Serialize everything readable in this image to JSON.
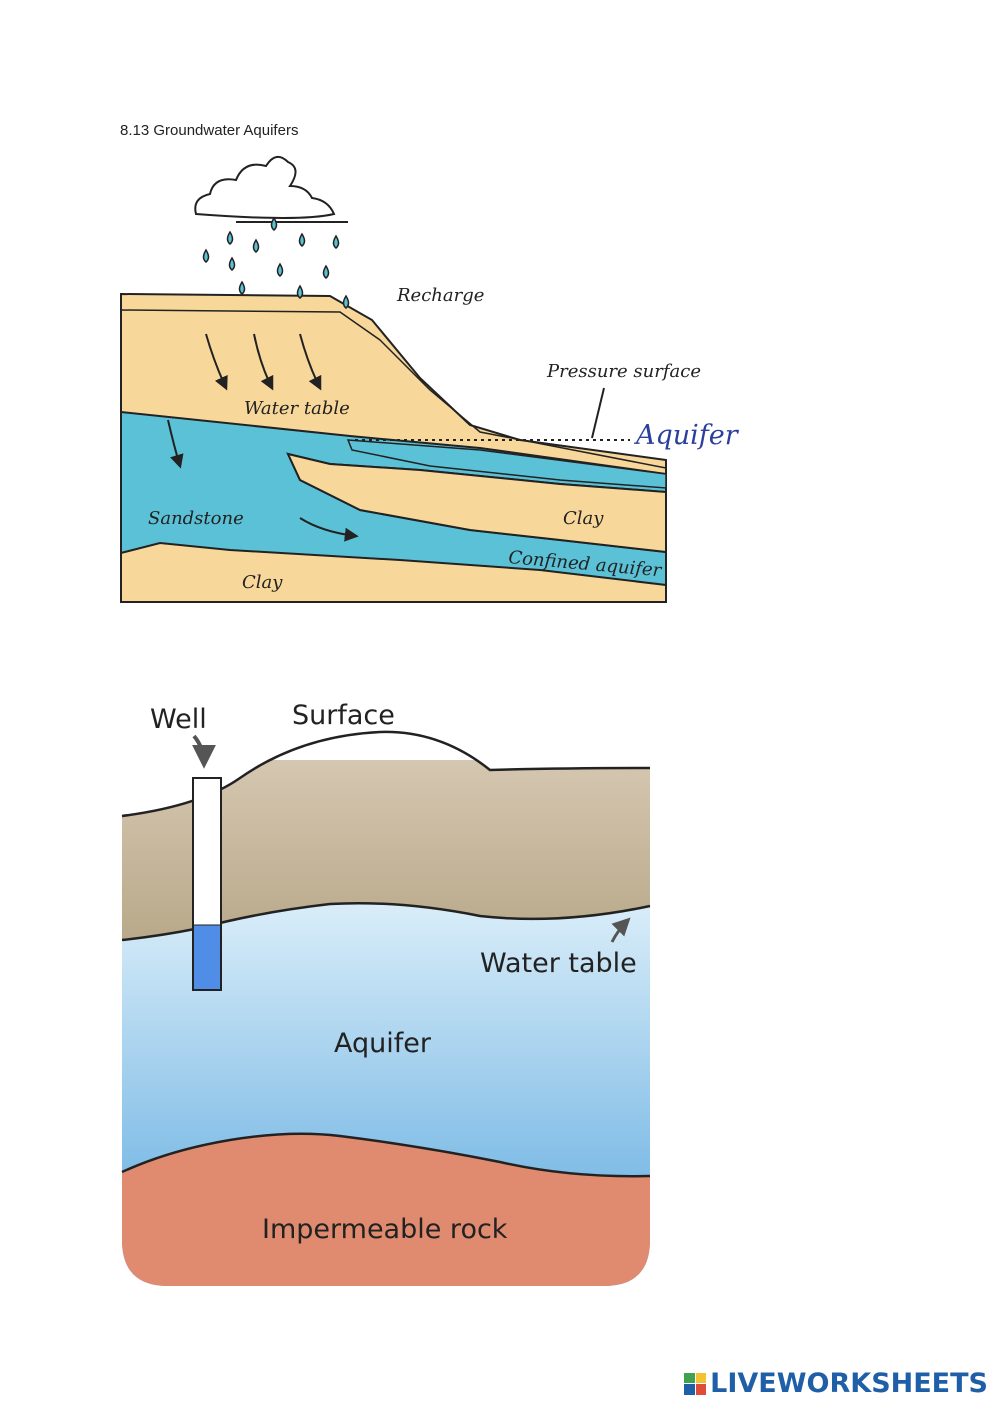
{
  "page": {
    "title": "8.13 Groundwater Aquifers"
  },
  "diagram1": {
    "labels": {
      "recharge": "Recharge",
      "pressure_surface": "Pressure surface",
      "aquifer": "Aquifer",
      "water_table": "Water table",
      "sandstone": "Sandstone",
      "clay_upper": "Clay",
      "confined_aquifer": "Confined aquifer",
      "clay_lower": "Clay"
    },
    "colors": {
      "sand": "#f8d79a",
      "water": "#5bc1d6",
      "aquifer_label": "#2b3f9e"
    }
  },
  "diagram2": {
    "labels": {
      "well": "Well",
      "surface": "Surface",
      "water_table": "Water table",
      "aquifer": "Aquifer",
      "impermeable_rock": "Impermeable rock"
    },
    "colors": {
      "soil": "#c9b89d",
      "aquifer_top": "#e6f4fb",
      "aquifer_bottom": "#62aee0",
      "rock": "#e08b70",
      "well_water": "#4f8de6"
    }
  },
  "branding": {
    "logo_text": "LIVEWORKSHEETS"
  }
}
